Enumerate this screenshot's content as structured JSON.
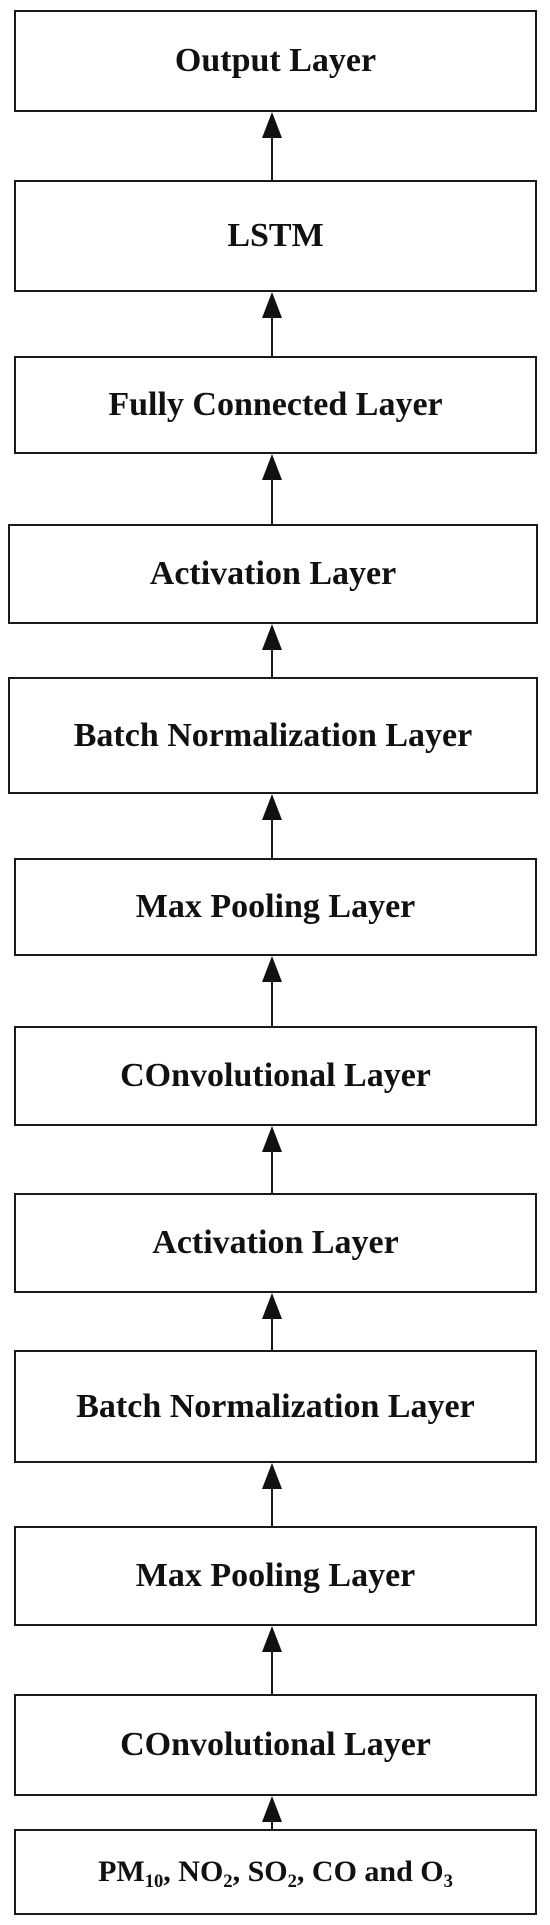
{
  "diagram": {
    "layers": [
      {
        "id": "output",
        "label": "Output Layer"
      },
      {
        "id": "lstm",
        "label": "LSTM"
      },
      {
        "id": "fully-connected",
        "label": "Fully Connected Layer"
      },
      {
        "id": "activation-2",
        "label": "Activation Layer"
      },
      {
        "id": "batch-norm-2",
        "label": "Batch Normalization Layer"
      },
      {
        "id": "max-pooling-2",
        "label": "Max Pooling Layer"
      },
      {
        "id": "convolutional-2",
        "label": "COnvolutional Layer"
      },
      {
        "id": "activation-1",
        "label": "Activation Layer"
      },
      {
        "id": "batch-norm-1",
        "label": "Batch Normalization Layer"
      },
      {
        "id": "max-pooling-1",
        "label": "Max Pooling Layer"
      },
      {
        "id": "convolutional-1",
        "label": "COnvolutional Layer"
      }
    ],
    "input": {
      "id": "input",
      "label": "PM10, NO2, SO2, CO and O3",
      "parts": [
        {
          "text": "PM"
        },
        {
          "sub": "10"
        },
        {
          "text": ", NO"
        },
        {
          "sub": "2"
        },
        {
          "text": ", SO"
        },
        {
          "sub": "2"
        },
        {
          "text": ", CO and O"
        },
        {
          "sub": "3"
        }
      ]
    },
    "flow": "bottom-to-top"
  }
}
